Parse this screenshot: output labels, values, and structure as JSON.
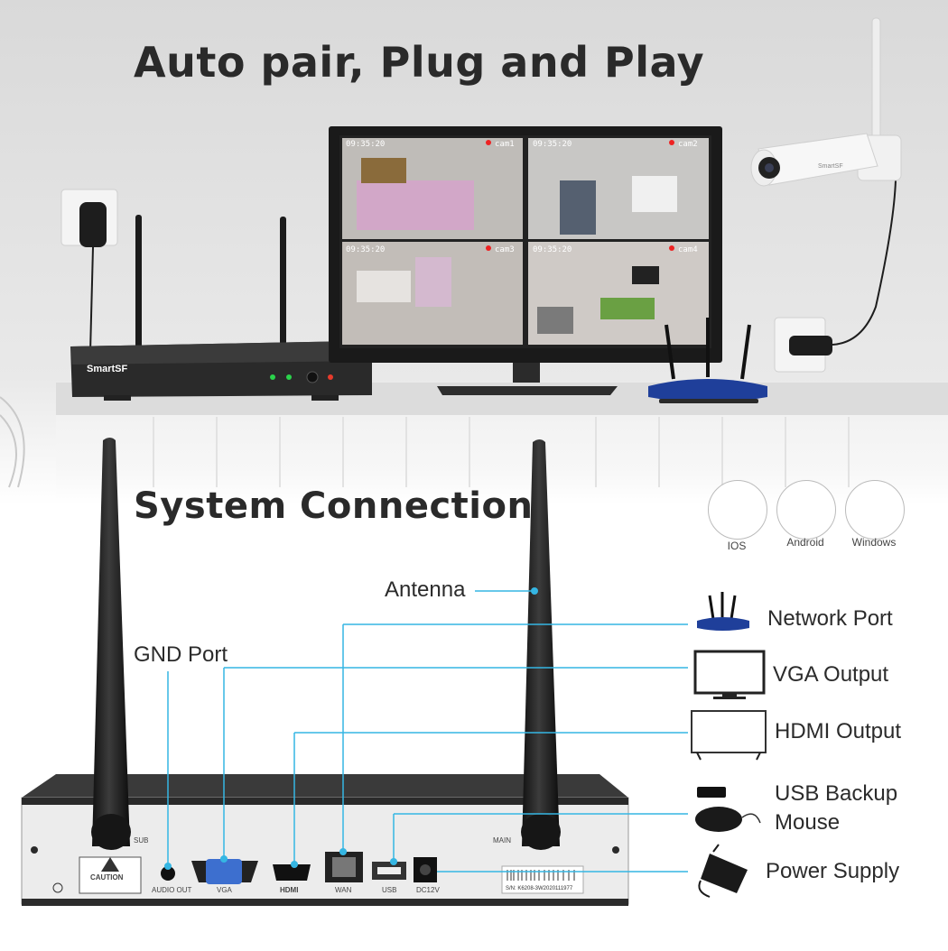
{
  "headline": "Auto pair, Plug and Play",
  "section_title": "System Connection",
  "monitor": {
    "tiles": [
      {
        "time": "09:35:20",
        "cam": "cam1"
      },
      {
        "time": "09:35:20",
        "cam": "cam2"
      },
      {
        "time": "09:35:20",
        "cam": "cam3"
      },
      {
        "time": "09:35:20",
        "cam": "cam4"
      }
    ]
  },
  "nvr_brand": "SmartSF",
  "camera_brand": "SmartSF",
  "platforms": [
    {
      "label": "IOS",
      "icon": "apple-icon"
    },
    {
      "label": "Android",
      "icon": "android-icon"
    },
    {
      "label": "Windows",
      "icon": "windows-icon"
    }
  ],
  "callouts": {
    "antenna": "Antenna",
    "gnd_port": "GND Port",
    "network_port": "Network Port",
    "vga_output": "VGA Output",
    "hdmi_output": "HDMI Output",
    "usb_backup_line1": "USB Backup",
    "usb_backup_line2": "Mouse",
    "power_supply": "Power Supply"
  },
  "rear_panel": {
    "sub": "SUB",
    "main": "MAIN",
    "caution": "CAUTION",
    "audio_out": "AUDIO OUT",
    "vga": "VGA",
    "hdmi": "HDMI",
    "wan": "WAN",
    "usb": "USB",
    "dc": "DC12V",
    "serial": "S/N: K6208-3W2020111977"
  },
  "colors": {
    "accent_line": "#35b6e3",
    "wall_top": "#d6d6d6",
    "device_dark": "#1e1e1e"
  }
}
